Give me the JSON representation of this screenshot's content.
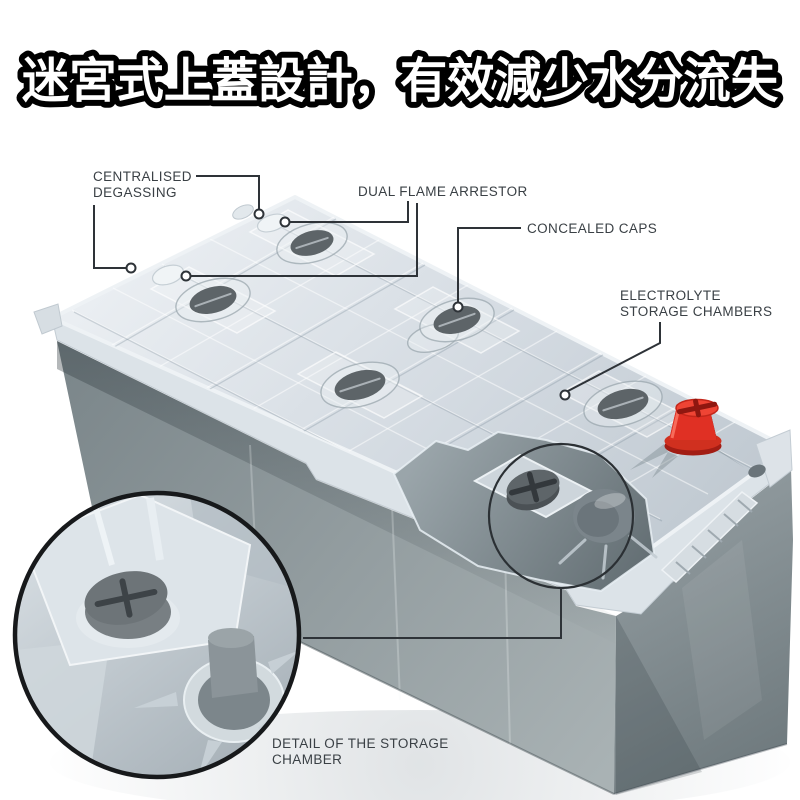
{
  "title": {
    "text": "迷宮式上蓋設計，有效減少水分流失",
    "fill": "#ffffff",
    "outline": "#000000"
  },
  "callouts": {
    "centralised_degassing": {
      "lines": [
        "CENTRALISED",
        "DEGASSING"
      ]
    },
    "dual_flame_arrestor": {
      "lines": [
        "DUAL FLAME ARRESTOR"
      ]
    },
    "concealed_caps": {
      "lines": [
        "CONCEALED CAPS"
      ]
    },
    "electrolyte_storage_chambers": {
      "lines": [
        "ELECTROLYTE",
        "STORAGE CHAMBERS"
      ]
    },
    "detail_storage_chamber": {
      "lines": [
        "DETAIL OF THE STORAGE",
        "CHAMBER"
      ]
    }
  },
  "figure": {
    "type": "3d-battery-cutaway-illustration",
    "parts": [
      "labyrinth-lid",
      "battery-case",
      "red-positive-terminal-cap",
      "concealed-cap",
      "degassing-pad",
      "lid-cutaway",
      "magnifier-circle",
      "detail-inset-circle",
      "storage-chamber"
    ],
    "concealed_cap_count": 6,
    "degassing_pad_count": 2
  },
  "colors": {
    "background": "#ffffff",
    "title_fill": "#ffffff",
    "title_outline": "#000000",
    "label_text": "#3a4045",
    "leader_line": "#2e3338",
    "lid": "#ccd4db",
    "case": "#8b969a",
    "cap": "#5d6468",
    "terminal_red": "#d92f20",
    "inset_ring": "#17191b"
  }
}
